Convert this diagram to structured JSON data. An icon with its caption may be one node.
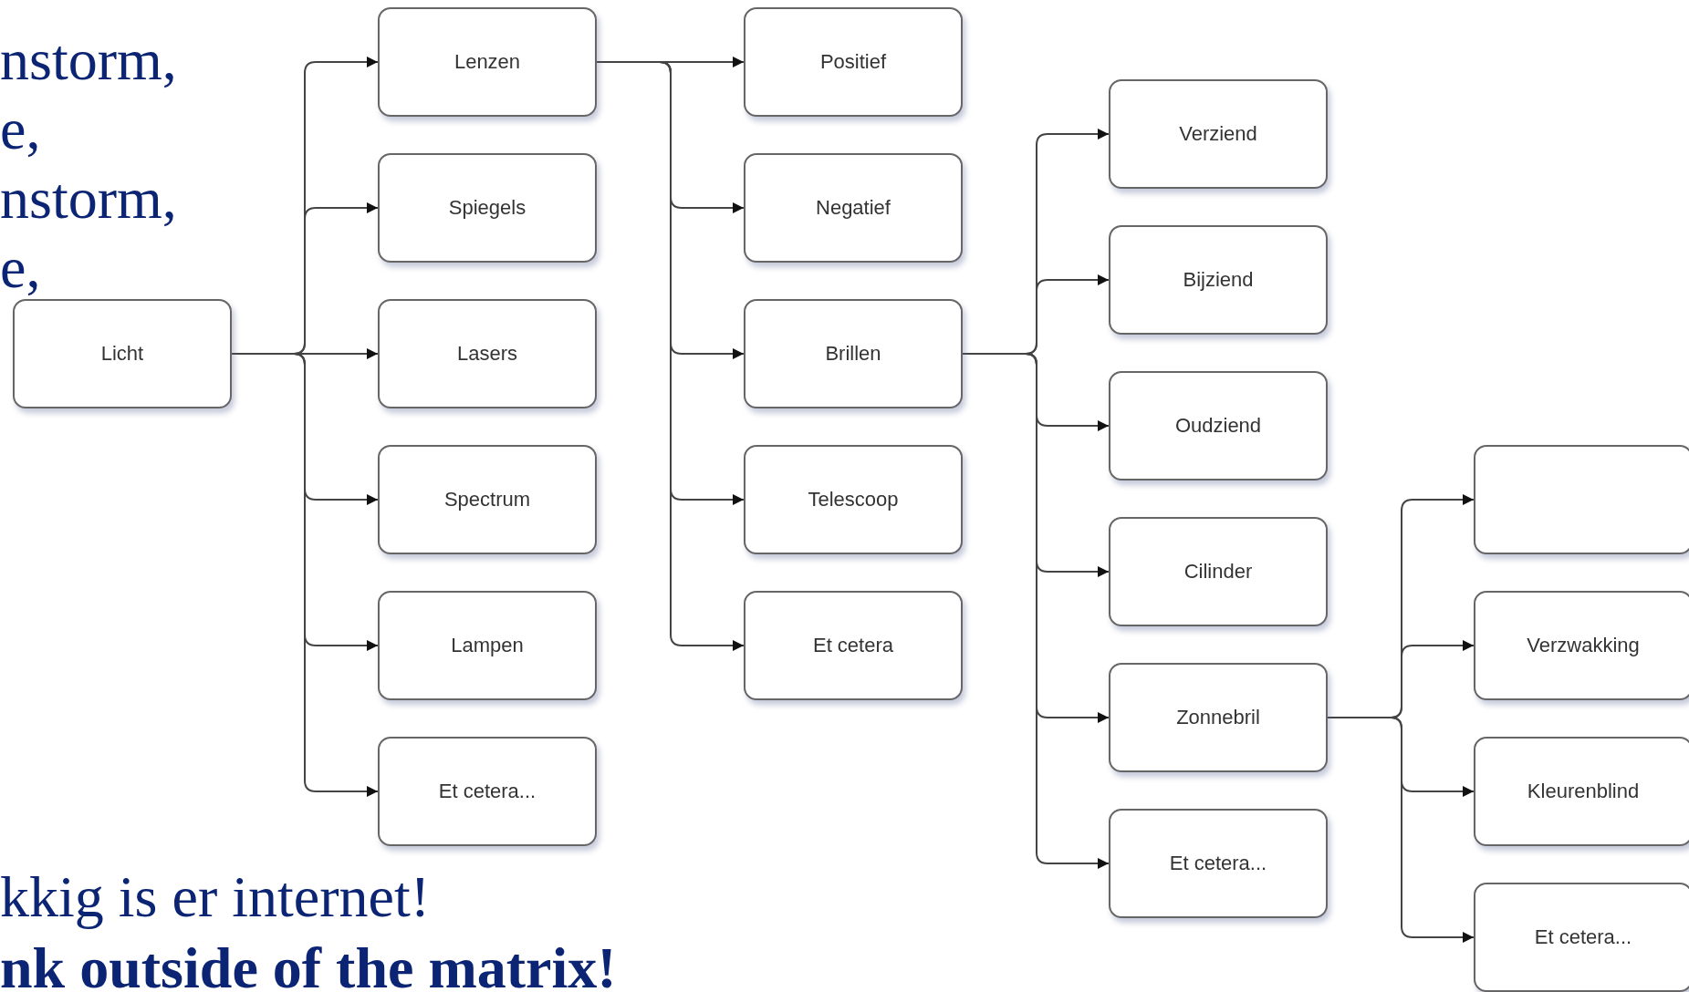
{
  "diagram": {
    "nodes": [
      {
        "text": [
          "Licht"
        ]
      },
      {
        "text": [
          "Lenzen"
        ]
      },
      {
        "text": [
          "Spiegels"
        ]
      },
      {
        "text": [
          "Lasers"
        ]
      },
      {
        "text": [
          "Spectrum"
        ]
      },
      {
        "text": [
          "Lampen"
        ]
      },
      {
        "text": [
          "Et cetera..."
        ]
      },
      {
        "text": [
          "Positief"
        ]
      },
      {
        "text": [
          "Negatief"
        ]
      },
      {
        "text": [
          "Brillen"
        ]
      },
      {
        "text": [
          "Telescoop"
        ]
      },
      {
        "text": [
          "Et cetera"
        ]
      },
      {
        "text": [
          "Verziend"
        ]
      },
      {
        "text": [
          "Bijziend"
        ]
      },
      {
        "text": [
          "Oudziend"
        ]
      },
      {
        "text": [
          "Cilinder"
        ]
      },
      {
        "text": [
          "Zonnebril"
        ]
      },
      {
        "text": [
          "Et cetera..."
        ]
      },
      {
        "text": [],
        "shape": "box"
      },
      {
        "text": [
          "Verzwakking"
        ]
      },
      {
        "text": [
          "Kleurenblind"
        ]
      },
      {
        "text": [
          "Et cetera..."
        ]
      }
    ],
    "edges": [
      {
        "from": 0,
        "to": 1,
        "arrow": "to"
      },
      {
        "from": 0,
        "to": 2,
        "arrow": "to"
      },
      {
        "from": 0,
        "to": 3,
        "arrow": "to"
      },
      {
        "from": 0,
        "to": 4,
        "arrow": "to"
      },
      {
        "from": 0,
        "to": 5,
        "arrow": "to"
      },
      {
        "from": 0,
        "to": 6,
        "arrow": "to"
      },
      {
        "from": 1,
        "to": 7,
        "arrow": "to"
      },
      {
        "from": 1,
        "to": 8,
        "arrow": "to"
      },
      {
        "from": 1,
        "to": 9,
        "arrow": "to"
      },
      {
        "from": 1,
        "to": 10,
        "arrow": "to"
      },
      {
        "from": 1,
        "to": 11,
        "arrow": "to"
      },
      {
        "from": 9,
        "to": 12,
        "arrow": "to"
      },
      {
        "from": 9,
        "to": 13,
        "arrow": "to"
      },
      {
        "from": 9,
        "to": 14,
        "arrow": "to"
      },
      {
        "from": 9,
        "to": 15,
        "arrow": "to"
      },
      {
        "from": 9,
        "to": 16,
        "arrow": "to"
      },
      {
        "from": 9,
        "to": 17,
        "arrow": "to"
      },
      {
        "from": 16,
        "to": 18,
        "arrow": "to"
      },
      {
        "from": 16,
        "to": 19,
        "arrow": "to"
      },
      {
        "from": 16,
        "to": 20,
        "arrow": "to"
      },
      {
        "from": 16,
        "to": 21,
        "arrow": "to"
      }
    ],
    "labels": [
      "nstorm,",
      "e,",
      "nstorm,",
      "e,",
      "kkig is er internet!",
      "nk outside of the matrix!"
    ]
  }
}
